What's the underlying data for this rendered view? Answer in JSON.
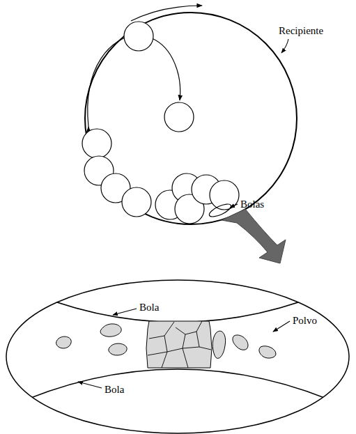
{
  "diagram": {
    "labels": [
      "Recipiente",
      "Bolas",
      "Bola",
      "Polvo",
      "Bola"
    ]
  }
}
